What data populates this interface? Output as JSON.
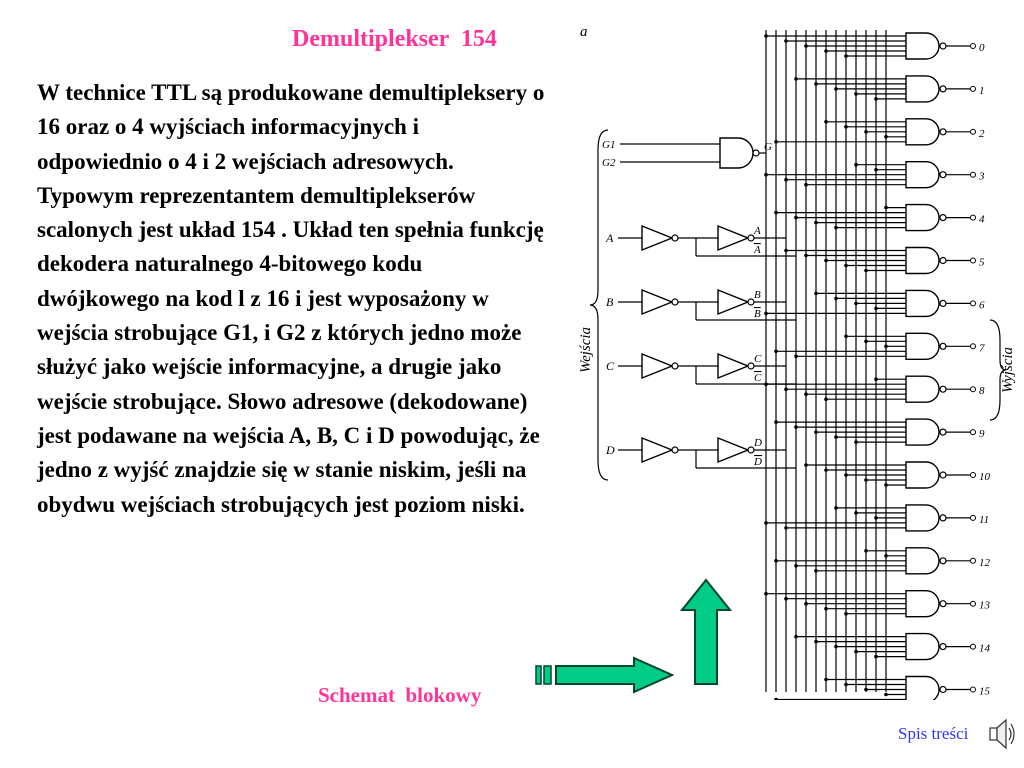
{
  "slide": {
    "title": "Demultiplekser  154",
    "paragraph1": "W technice TTL są produkowane demultipleksery o 16 oraz o 4 wyjściach informacyjnych i odpowiednio o 4 i 2 wejściach adresowych.",
    "paragraph2": "Typowym reprezentantem demultiplekserów scalonych jest układ 154 . Układ ten spełnia funkcję dekodera naturalnego 4-bitowego kodu dwójkowego na kod l z 16 i jest wyposażony w wejścia strobujące G1, i G2 z których jedno może służyć jako wejście informacyjne, a drugie jako wejście strobujące. Słowo adresowe (dekodowane) jest podawane na wejścia A, B, C i D powodując, że jedno z wyjść znajdzie się w stanie niskim, jeśli na obydwu wejściach strobujących jest poziom niski."
  },
  "nav": {
    "schemat_link": "Schemat  blokowy",
    "spis_link": "Spis treści"
  },
  "diagram": {
    "corner_label": "a",
    "inputs_label": "Wejścia",
    "outputs_label": "Wyjścia",
    "strobe_inputs": [
      "G1",
      "G2"
    ],
    "address_inputs": [
      "A",
      "B",
      "C",
      "D"
    ],
    "outputs": [
      "0",
      "1",
      "2",
      "3",
      "4",
      "5",
      "6",
      "7",
      "8",
      "9",
      "10",
      "11",
      "12",
      "13",
      "14",
      "15"
    ]
  },
  "colors": {
    "title": "#ff3399",
    "link_schemat": "#ff3399",
    "link_spis": "#3333ff",
    "arrow_fill": "#00cc88",
    "arrow_stroke": "#004433"
  }
}
